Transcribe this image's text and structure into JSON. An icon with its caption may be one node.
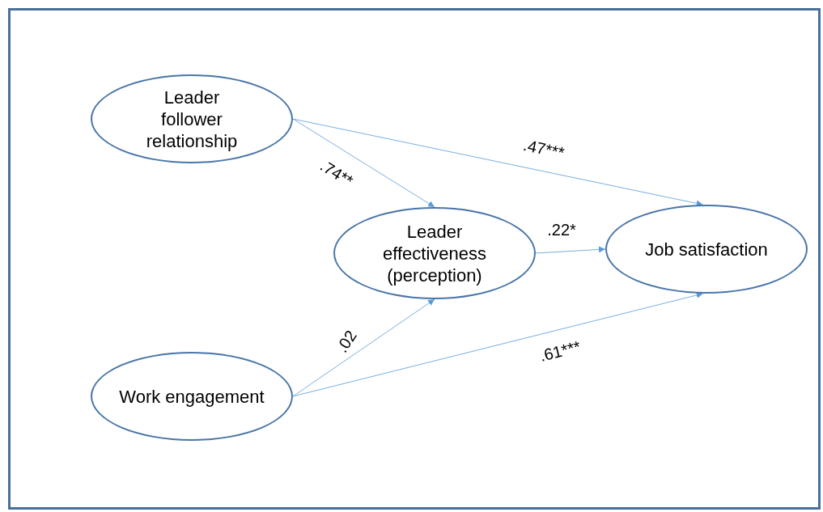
{
  "diagram": {
    "nodes": [
      {
        "text": [
          "Leader follower relationship"
        ]
      },
      {
        "text": [
          "Leader effectiveness (perception)"
        ]
      },
      {
        "text": [
          "Job satisfaction"
        ]
      },
      {
        "text": [
          "Work engagement"
        ]
      }
    ],
    "edges": [
      {
        "from": 0,
        "to": 1,
        "arrow": "to",
        "label": ".74**"
      },
      {
        "from": 0,
        "to": 2,
        "arrow": "to",
        "label": ".47***"
      },
      {
        "from": 1,
        "to": 2,
        "arrow": "to",
        "label": ".22*"
      },
      {
        "from": 3,
        "to": 1,
        "arrow": "to",
        "label": ".02"
      },
      {
        "from": 3,
        "to": 2,
        "arrow": "to",
        "label": ".61***"
      }
    ]
  }
}
